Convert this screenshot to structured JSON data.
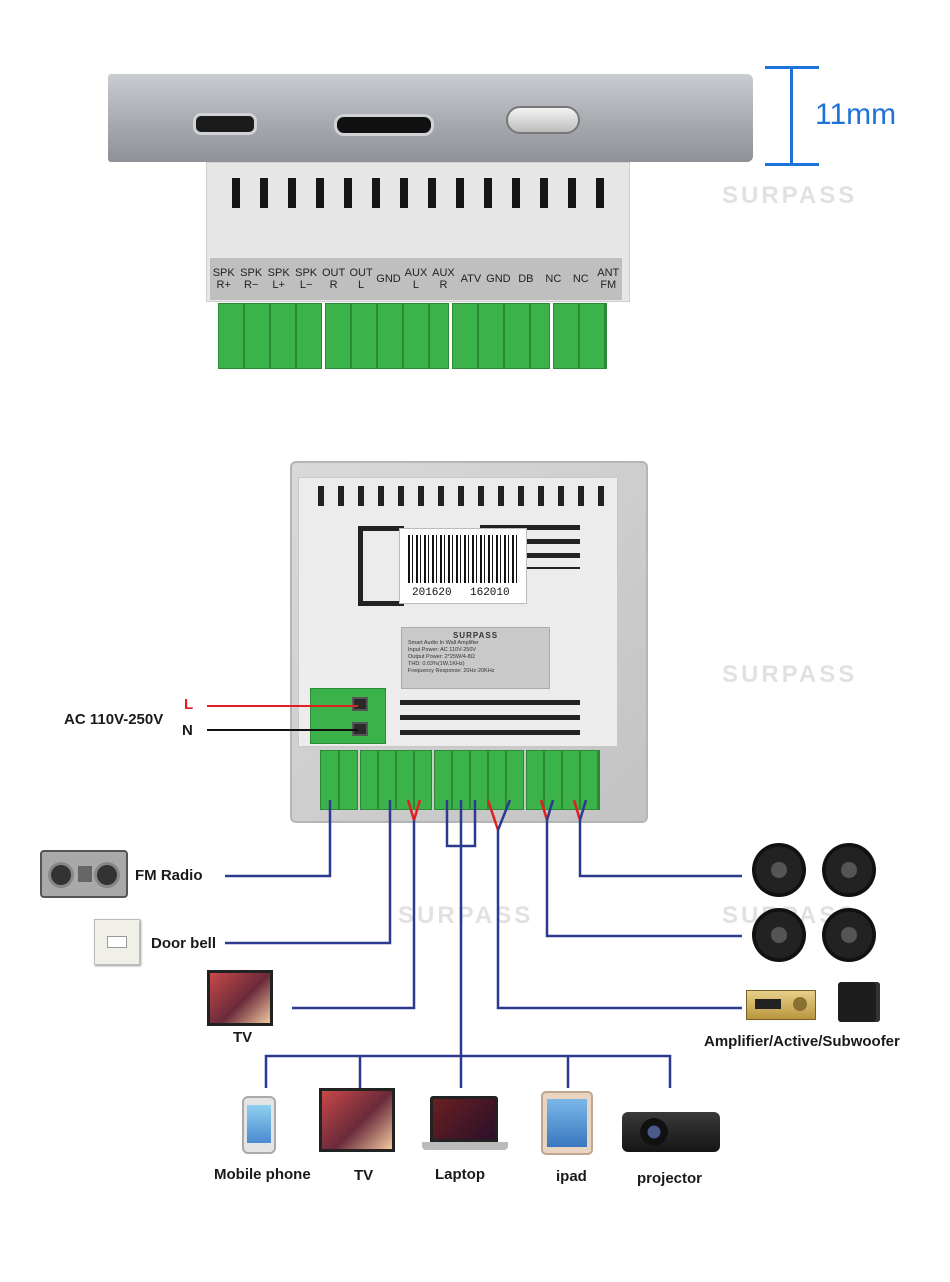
{
  "top_view": {
    "dimension_label": "11mm",
    "terminal_labels": [
      "SPK\nR+",
      "SPK\nR−",
      "SPK\nL+",
      "SPK\nL−",
      "OUT\nR",
      "OUT\nL",
      "GND",
      "AUX\nL",
      "AUX\nR",
      "ATV",
      "GND",
      "DB",
      "NC",
      "NC",
      "ANT\nFM"
    ],
    "watermark": "SURPASS"
  },
  "panel": {
    "barcode_left": "201620",
    "barcode_right": "162010",
    "label_brand": "SURPASS",
    "label_lines": [
      "Smart Audio In Wall Amplifier",
      "Input Power: AC 110V-250V",
      "Output Power: 2*25W/4-8Ω",
      "THD: 0.03%(1W,1KHz)",
      "Frequency Response: 20Hz-20KHz"
    ],
    "watermark": "SURPASS"
  },
  "power": {
    "label": "AC 110V-250V",
    "live": "L",
    "neutral": "N"
  },
  "devices": {
    "fm_radio": "FM Radio",
    "door_bell": "Door bell",
    "tv_left": "TV",
    "amplifier": "Amplifier/Active/Subwoofer",
    "mobile_phone": "Mobile phone",
    "tv_bottom": "TV",
    "laptop": "Laptop",
    "ipad": "ipad",
    "projector": "projector"
  },
  "colors": {
    "wire_blue": "#2a3a8f",
    "wire_red": "#e02020",
    "wire_black": "#111111",
    "terminal_green": "#3cb34a",
    "dimension_blue": "#1e73d6"
  }
}
